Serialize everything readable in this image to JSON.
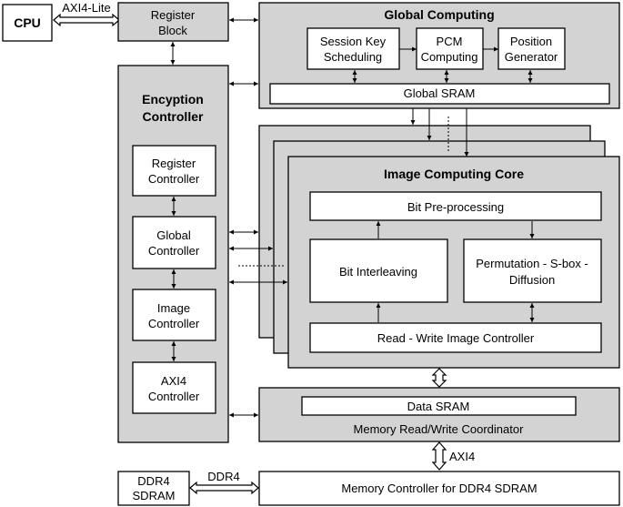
{
  "cpu": "CPU",
  "bus_axi4_lite": "AXI4-Lite",
  "register_block": [
    "Register",
    "Block"
  ],
  "global_computing": {
    "title": "Global Computing",
    "session_key": [
      "Session Key",
      "Scheduling"
    ],
    "pcm": [
      "PCM",
      "Computing"
    ],
    "position": [
      "Position",
      "Generator"
    ],
    "sram": "Global SRAM"
  },
  "encryption_controller": {
    "title": [
      "Encyption",
      "Controller"
    ],
    "register_controller": [
      "Register",
      "Controller"
    ],
    "global_controller": [
      "Global",
      "Controller"
    ],
    "image_controller": [
      "Image",
      "Controller"
    ],
    "axi4_controller": [
      "AXI4",
      "Controller"
    ]
  },
  "image_core": {
    "title": "Image Computing Core",
    "preprocessing": "Bit Pre-processing",
    "interleaving": "Bit Interleaving",
    "permutation": [
      "Permutation - S-box -",
      "Diffusion"
    ],
    "rw_controller": "Read - Write Image Controller"
  },
  "memory_coordinator": {
    "sram": "Data SRAM",
    "title": "Memory Read/Write Coordinator"
  },
  "bus_axi4": "AXI4",
  "ddr4_sdram": [
    "DDR4",
    "SDRAM"
  ],
  "bus_ddr4": "DDR4",
  "memory_controller": "Memory Controller for DDR4 SDRAM"
}
